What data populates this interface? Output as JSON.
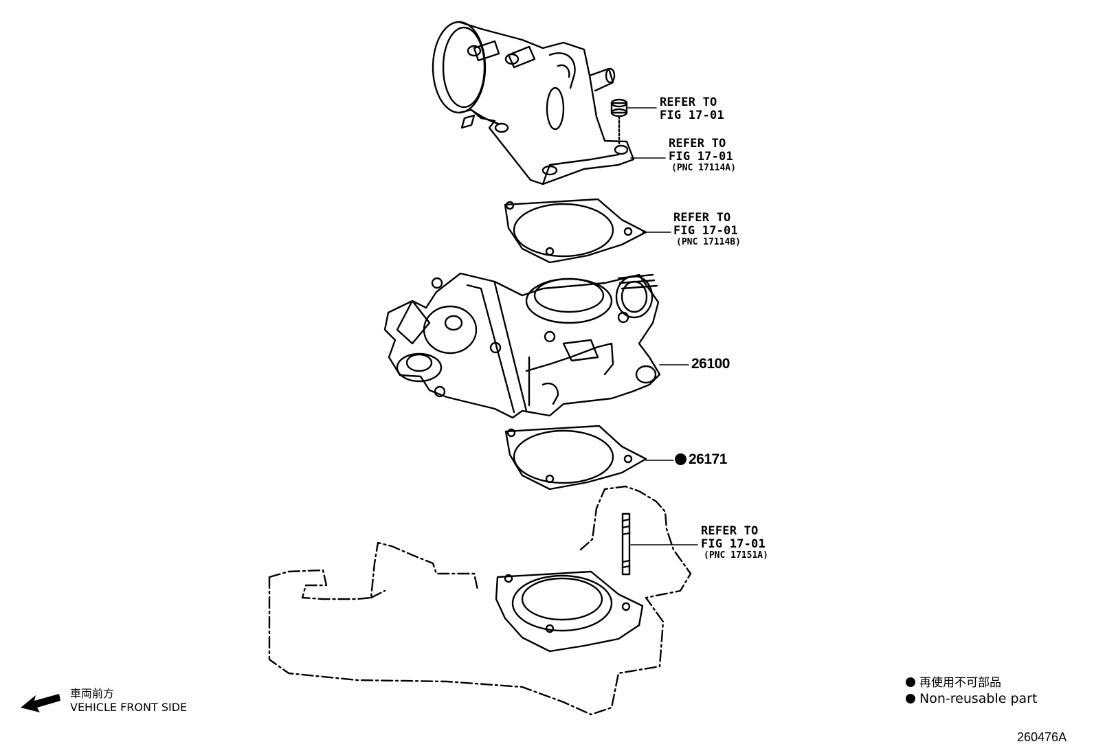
{
  "diagram": {
    "figure_code": "260476A"
  },
  "callouts": [
    {
      "line1": "REFER TO",
      "line2": "FIG 17-01",
      "pnc": ""
    },
    {
      "line1": "REFER TO",
      "line2": "FIG 17-01",
      "pnc": "(PNC 17114A)"
    },
    {
      "line1": "REFER TO",
      "line2": "FIG 17-01",
      "pnc": "(PNC 17114B)"
    },
    {
      "line1": "REFER TO",
      "line2": "FIG 17-01",
      "pnc": "(PNC 17151A)"
    }
  ],
  "parts": [
    {
      "number": "26100",
      "non_reusable": false
    },
    {
      "number": "26171",
      "non_reusable": true
    }
  ],
  "direction": {
    "jp": "車両前方",
    "en": "VEHICLE FRONT SIDE"
  },
  "legend": {
    "jp": "再使用不可部品",
    "en": "Non-reusable part"
  },
  "colors": {
    "ink": "#000000",
    "paper": "#ffffff"
  }
}
